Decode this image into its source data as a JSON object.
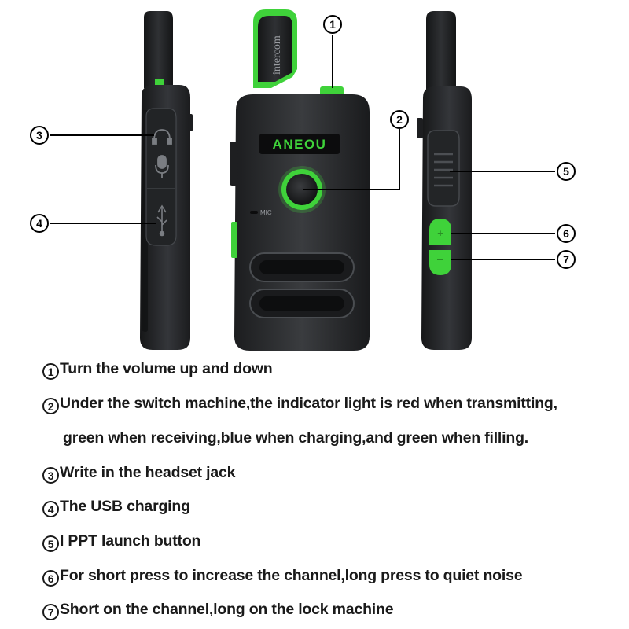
{
  "device": {
    "brand": "ANEOU",
    "antenna_text": "intercom",
    "mic_text": "MIC",
    "colors": {
      "body": "#2a2c2e",
      "accent": "#3fd23a",
      "callout": "#000000"
    }
  },
  "callouts": [
    {
      "num": "1",
      "name": "volume"
    },
    {
      "num": "2",
      "name": "power-indicator"
    },
    {
      "num": "3",
      "name": "headset-jack"
    },
    {
      "num": "4",
      "name": "usb"
    },
    {
      "num": "5",
      "name": "ppt"
    },
    {
      "num": "6",
      "name": "channel-up"
    },
    {
      "num": "7",
      "name": "channel-down"
    }
  ],
  "legend": [
    {
      "num": "1",
      "text": "Turn the volume up and down"
    },
    {
      "num": "2",
      "text": "Under the switch machine,the indicator light is red when transmitting,"
    },
    {
      "num": "",
      "text": "green when receiving,blue when charging,and green when filling."
    },
    {
      "num": "3",
      "text": "Write in the headset jack"
    },
    {
      "num": "4",
      "text": "The USB charging"
    },
    {
      "num": "5",
      "text": "I PPT launch button"
    },
    {
      "num": "6",
      "text": "For short press to increase the channel,long press to quiet noise"
    },
    {
      "num": "7",
      "text": "Short on the channel,long on the lock machine"
    }
  ]
}
